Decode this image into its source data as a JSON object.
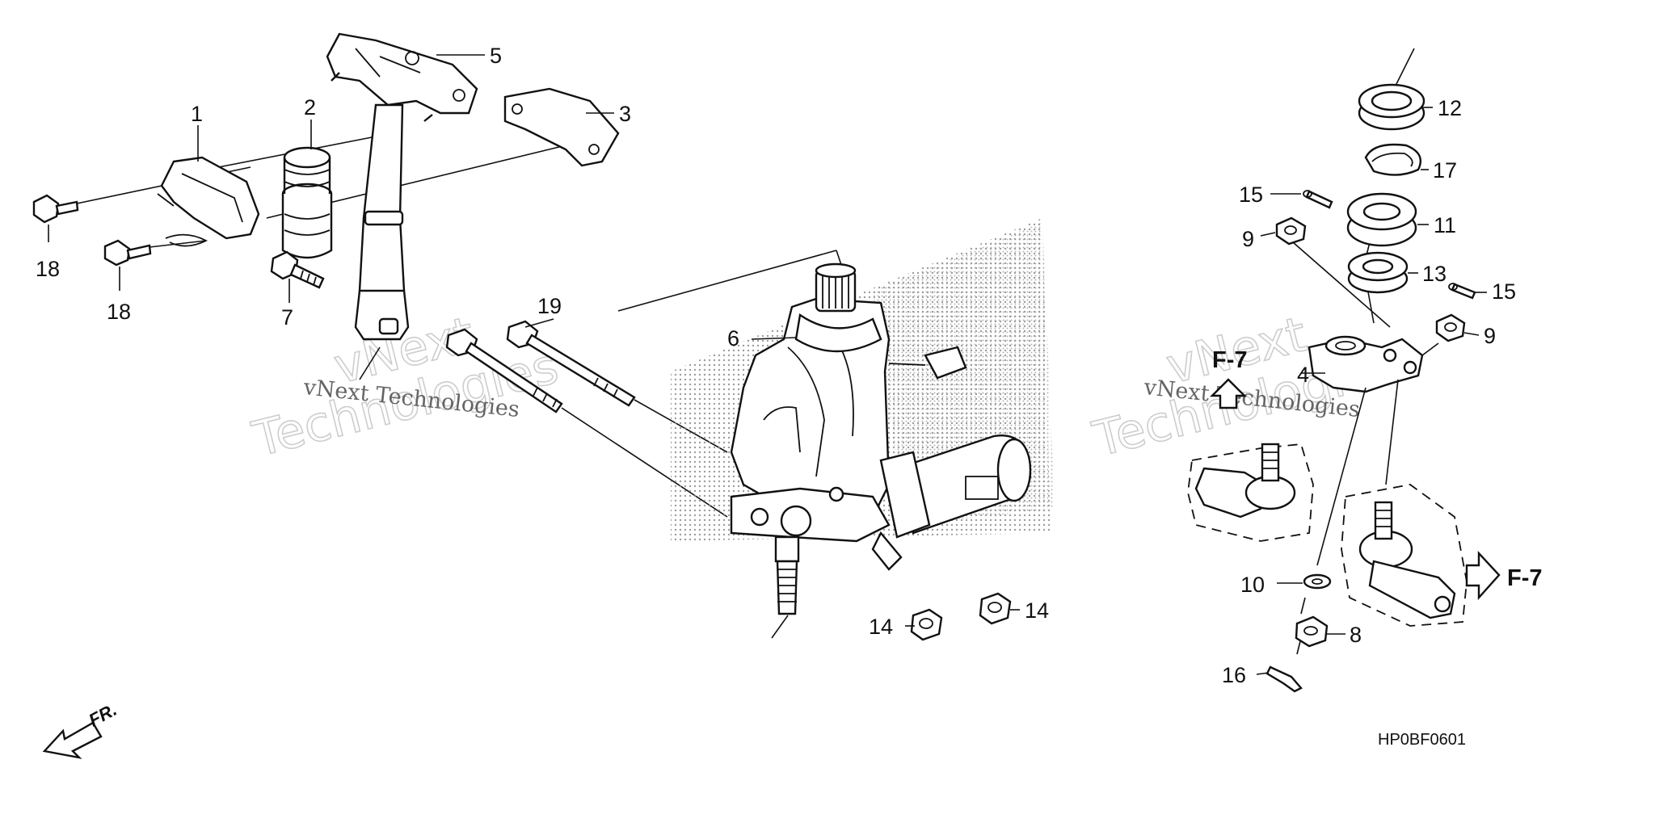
{
  "callouts": {
    "p1": "1",
    "p2": "2",
    "p3": "3",
    "p4": "4",
    "p5": "5",
    "p6": "6",
    "p7": "7",
    "p8": "8",
    "p9a": "9",
    "p9b": "9",
    "p10": "10",
    "p11": "11",
    "p12": "12",
    "p13": "13",
    "p14a": "14",
    "p14b": "14",
    "p15a": "15",
    "p15b": "15",
    "p16": "16",
    "p17": "17",
    "p18a": "18",
    "p18b": "18",
    "p19": "19"
  },
  "references": {
    "f7_left": "F-7",
    "f7_right": "F-7"
  },
  "direction": {
    "front": "FR."
  },
  "diagram_code": "HP0BF0601",
  "watermarks": {
    "small_left": "vNext Technologies",
    "big_left_line1": "vNext",
    "big_left_line2": "Technologies",
    "small_right": "vNext Technologies",
    "big_right_line1": "vNext",
    "big_right_line2": "Technologies"
  },
  "colors": {
    "ink": "#111111",
    "shading": "#9a9a9a",
    "watermark": "#bdbdbd"
  }
}
